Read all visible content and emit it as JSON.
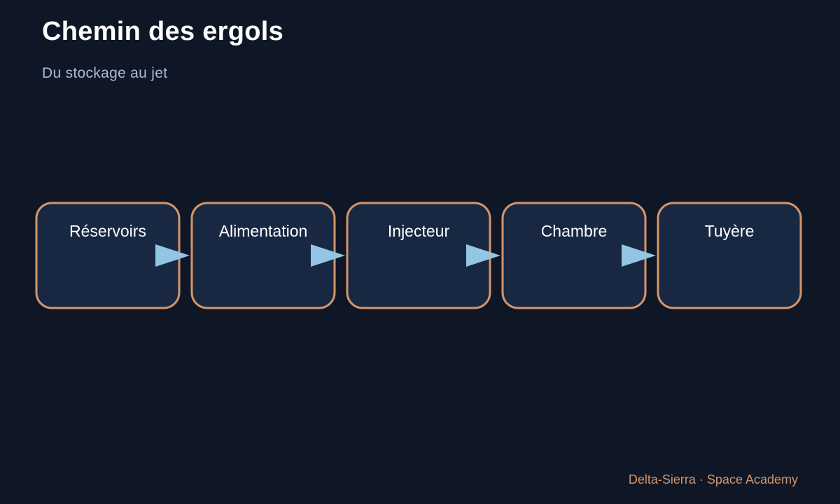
{
  "header": {
    "title": "Chemin des ergols",
    "subtitle": "Du stockage au jet"
  },
  "diagram": {
    "steps": [
      {
        "label": "Réservoirs"
      },
      {
        "label": "Alimentation"
      },
      {
        "label": "Injecteur"
      },
      {
        "label": "Chambre"
      },
      {
        "label": "Tuyère"
      }
    ],
    "colors": {
      "box_fill": "#182843",
      "box_border": "#d4956a",
      "arrow": "#93c5e4",
      "label": "#ffffff"
    }
  },
  "footer": {
    "credit": "Delta-Sierra · Space Academy"
  }
}
